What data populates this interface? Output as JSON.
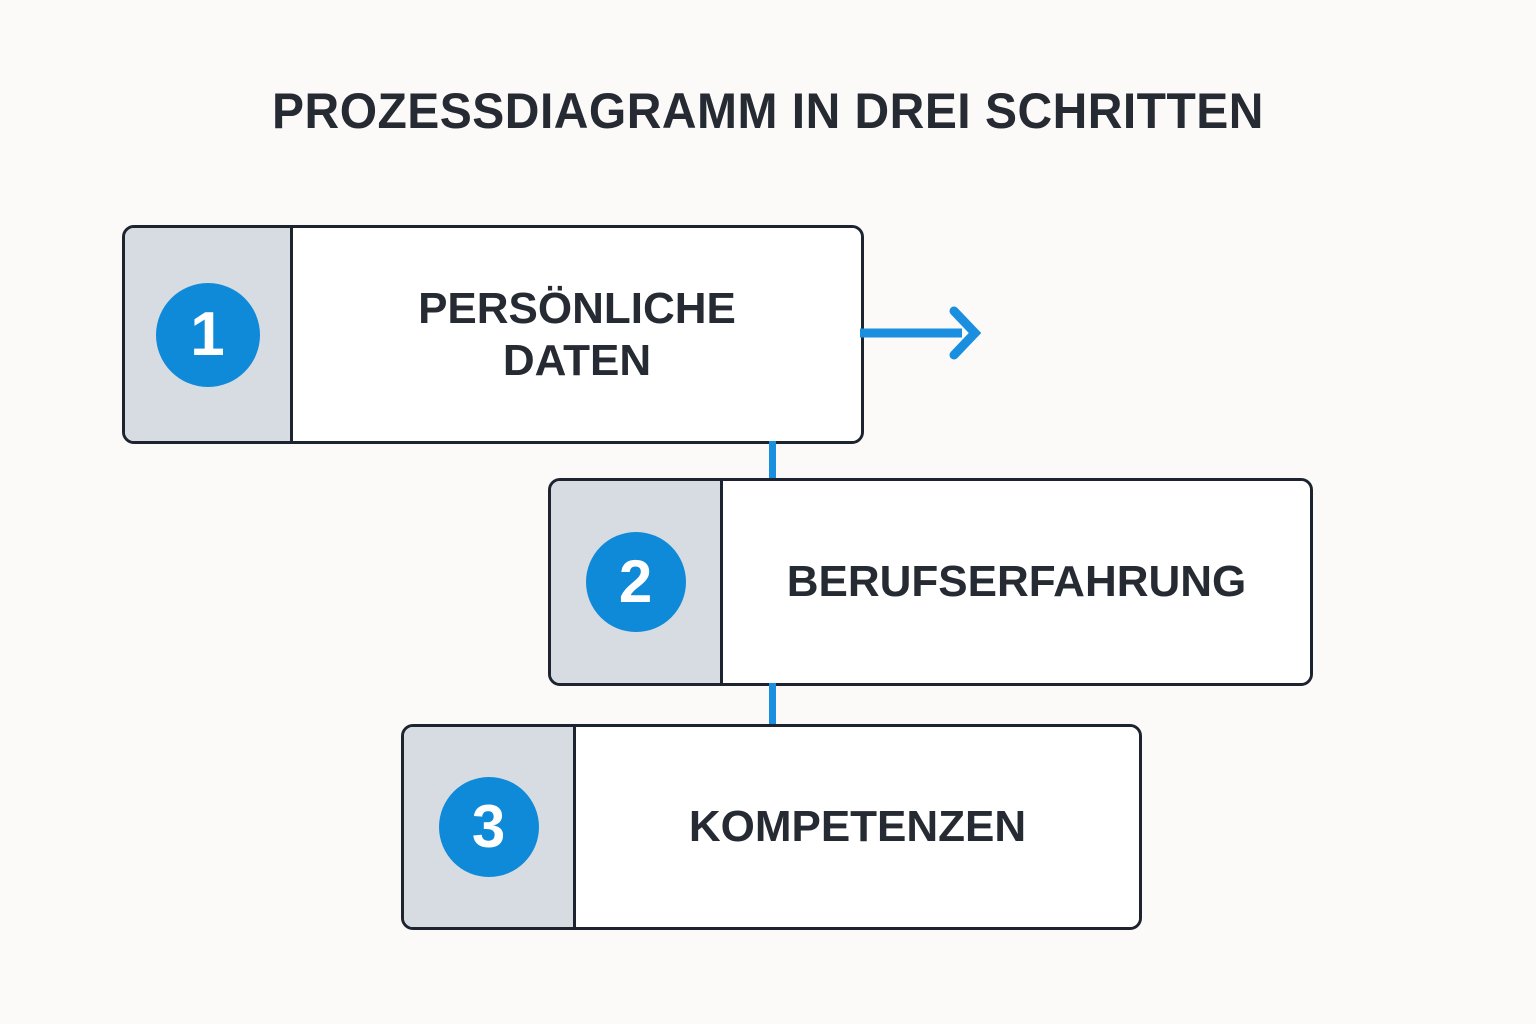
{
  "page": {
    "title": "PROZESSDIAGRAMM IN DREI SCHRITTEN",
    "background_color": "#fbfaf8",
    "accent_color": "#0e8ad9",
    "text_color": "#262b33",
    "border_color": "#1d2430",
    "badge_panel_color": "#d6dce1",
    "connector_color": "#1a8fe0"
  },
  "chart_data": {
    "type": "diagram",
    "title": "PROZESSDIAGRAMM IN DREI SCHRITTEN",
    "layout": "three-step staircase flow, descending left-to-right",
    "steps": [
      {
        "number": "1",
        "label": "PERSÖNLICHE DATEN"
      },
      {
        "number": "2",
        "label": "BERUFSERFAHRUNG"
      },
      {
        "number": "3",
        "label": "KOMPETENZEN"
      }
    ],
    "connectors": [
      {
        "from": "1",
        "to": "2",
        "style": "vertical-line",
        "color": "#1a8fe0"
      },
      {
        "from": "2",
        "to": "3",
        "style": "vertical-line",
        "color": "#1a8fe0"
      }
    ],
    "annotations": [
      {
        "name": "outgoing-arrow",
        "from": "1",
        "direction": "right",
        "color": "#1a8fe0"
      }
    ]
  },
  "steps": [
    {
      "number": "1",
      "label": "PERSÖNLICHE DATEN",
      "line1": "PERSÖNLICHE",
      "line2": "DATEN"
    },
    {
      "number": "2",
      "label": "BERUFSERFAHRUNG"
    },
    {
      "number": "3",
      "label": "KOMPETENZEN"
    }
  ],
  "icons": {
    "arrow_right": "arrow-right-icon"
  }
}
